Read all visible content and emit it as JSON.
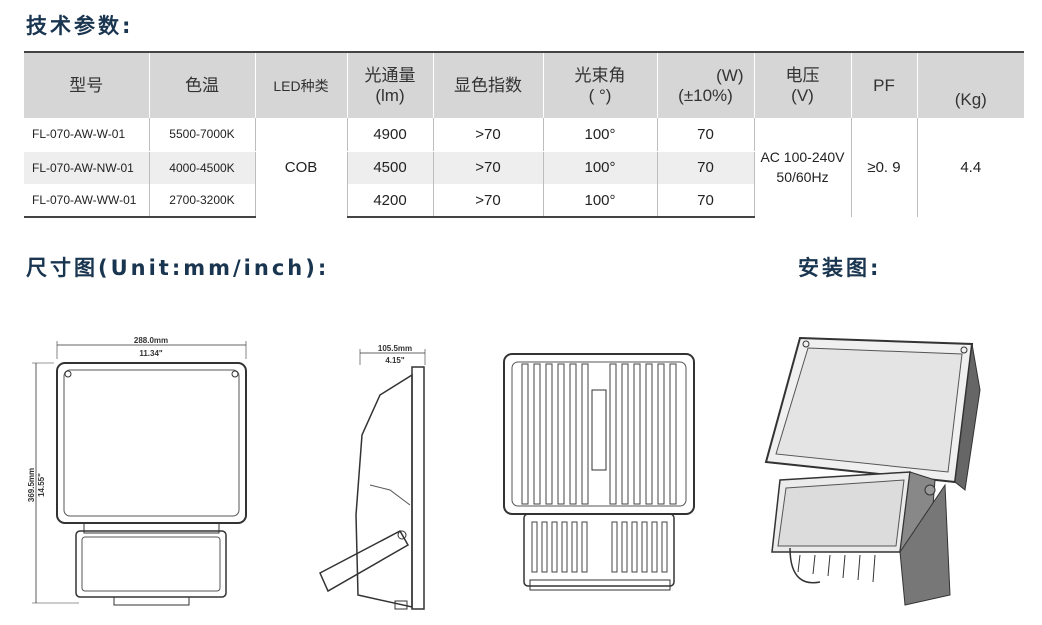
{
  "titles": {
    "spec": "技术参数:",
    "dimensions": "尺寸图(Unit:mm/inch):",
    "installation": "安装图:"
  },
  "table": {
    "headers": [
      {
        "line1": "型号",
        "line2": ""
      },
      {
        "line1": "色温",
        "line2": ""
      },
      {
        "line1": "LED种类",
        "line2": ""
      },
      {
        "line1": "光通量",
        "line2": "(lm)"
      },
      {
        "line1": "显色指数",
        "line2": ""
      },
      {
        "line1": "光束角",
        "line2": "( °)"
      },
      {
        "line1": "(W)",
        "line2": "(±10%)"
      },
      {
        "line1": "电压",
        "line2": "(V)"
      },
      {
        "line1": "PF",
        "line2": ""
      },
      {
        "line1": "",
        "line2": "(Kg)"
      }
    ],
    "rows": [
      {
        "model": "FL-070-AW-W-01",
        "cct": "5500-7000K",
        "lumen": "4900",
        "cri": ">70",
        "beam": "100°",
        "power": "70"
      },
      {
        "model": "FL-070-AW-NW-01",
        "cct": "4000-4500K",
        "lumen": "4500",
        "cri": ">70",
        "beam": "100°",
        "power": "70"
      },
      {
        "model": "FL-070-AW-WW-01",
        "cct": "2700-3200K",
        "lumen": "4200",
        "cri": ">70",
        "beam": "100°",
        "power": "70"
      }
    ],
    "shared": {
      "led_type": "COB",
      "voltage_line1": "AC 100-240V",
      "voltage_line2": "50/60Hz",
      "pf": "≥0. 9",
      "weight": "4.4"
    }
  },
  "dimensions": {
    "width_mm": "288.0mm",
    "width_in": "11.34\"",
    "height_mm": "369.5mm",
    "height_in": "14.55\"",
    "depth_mm": "105.5mm",
    "depth_in": "4.15\""
  }
}
